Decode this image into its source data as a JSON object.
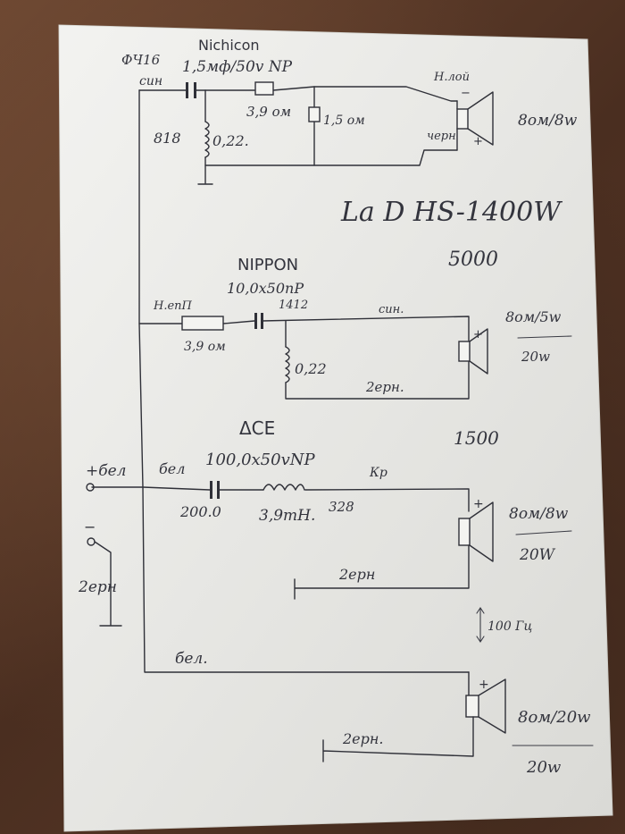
{
  "colors": {
    "ink": "#2f3038",
    "paper": "#ededea",
    "table": "#5a3a2a"
  },
  "model_title": "La D HS-1400W",
  "freq_5000": "5000",
  "freq_1500": "1500",
  "freq_100": "100 Гц",
  "branch_top": {
    "brand": "Nichicon",
    "cap_value": "1,5мф/50v NP",
    "cap_code": "ФЧ16",
    "wire_cin": "син",
    "resistor_series": "3,9 ом",
    "resistor_shunt": "1,5 ом",
    "inductor_code": "818",
    "inductor_value": "0,22.",
    "wire_hot": "Н.лой",
    "wire_ground": "черн",
    "minus": "−",
    "plus": "+",
    "speaker_spec": "8ом/8w"
  },
  "branch_mid": {
    "brand": "NIPPON",
    "cap_value": "10,0x50nP",
    "cap_code": "1412",
    "wire_hot": "Н.епП",
    "resistor_value": "3,9 ом",
    "inductor_value": "0,22",
    "wire_cin": "син.",
    "wire_ground": "2ерн.",
    "plus": "+",
    "speaker_spec": "8ом/5w",
    "speaker_power": "20w"
  },
  "branch_low": {
    "brand": "ΔCE",
    "cap_value": "100,0x50vNP",
    "cap_code": "200.0",
    "wire_bel": "бел",
    "inductor_value": "3,9mH.",
    "inductor_code": "328",
    "wire_kr": "Кр",
    "wire_ground": "2ерн",
    "plus": "+",
    "speaker_spec": "8ом/8w",
    "speaker_power": "20W"
  },
  "input": {
    "plus_label": "+бел",
    "minus_label": "−",
    "ground_label": "2ерн"
  },
  "branch_sub": {
    "wire_bel": "бел.",
    "wire_ground": "2ерн.",
    "plus": "+",
    "speaker_spec": "8ом/20w",
    "speaker_power": "20w"
  }
}
